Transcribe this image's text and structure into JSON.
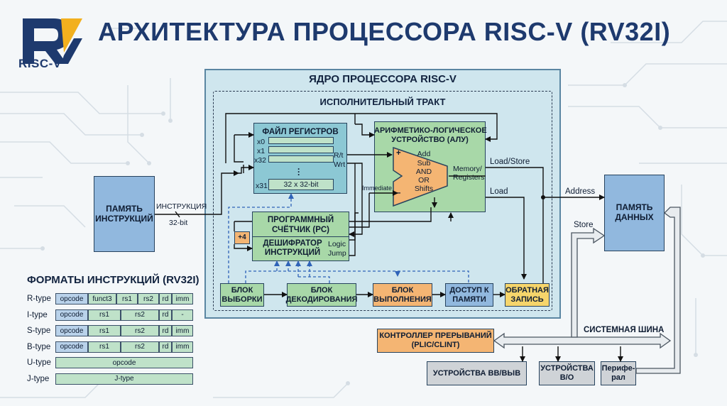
{
  "header": {
    "title": "АРХИТЕКТУРА ПРОЦЕССОРА RISC-V (RV32I)",
    "logo_text": "RISC-V"
  },
  "core": {
    "title": "ЯДРО ПРОЦЕССОРА RISC-V",
    "exec_title": "ИСПОЛНИТЕЛЬНЫЙ ТРАКТ"
  },
  "register_file": {
    "title": "ФАЙЛ РЕГИСТРОВ",
    "rows": [
      "x0",
      "x1",
      "x32",
      "x31"
    ],
    "size": "32 x 32-bit",
    "port_read": "R/t",
    "port_write": "Wrt"
  },
  "alu": {
    "title_line1": "АРИФМЕТИКО-ЛОГИЧЕСКОЕ",
    "title_line2": "УСТРОЙСТВО (АЛУ)",
    "ops": [
      "Add",
      "Sub",
      "AND",
      "OR",
      "Shifts"
    ],
    "plus": "+",
    "minus": "–",
    "immediate": "Immediate",
    "out_line1": "Memory/",
    "out_line2": "Registers"
  },
  "pc": {
    "title_line1": "ПРОГРАММНЫЙ",
    "title_line2": "СЧЁТЧИК (PC)",
    "plus4": "+4"
  },
  "decoder": {
    "title_line1": "ДЕШИФРАТОР",
    "title_line2": "ИНСТРУКЦИЙ",
    "logic": "Logic",
    "jump": "Jump"
  },
  "pipeline": [
    {
      "line1": "БЛОК",
      "line2": "ВЫБОРКИ"
    },
    {
      "line1": "БЛОК",
      "line2": "ДЕКОДИРОВАНИЯ"
    },
    {
      "line1": "БЛОК",
      "line2": "ВЫПОЛНЕНИЯ"
    },
    {
      "line1": "ДОСТУП К",
      "line2": "ПАМЯТИ"
    },
    {
      "line1": "ОБРАТНАЯ",
      "line2": "ЗАПИСЬ"
    }
  ],
  "instr_memory": {
    "line1": "ПАМЯТЬ",
    "line2": "ИНСТРУКЦИЙ"
  },
  "instr_bus": {
    "label": "ИНСТРУКЦИЯ",
    "width": "32-bit"
  },
  "data_memory": {
    "line1": "ПАМЯТЬ",
    "line2": "ДАННЫХ"
  },
  "signals": {
    "load_store": "Load/Store",
    "load": "Load",
    "address": "Address",
    "store": "Store"
  },
  "interrupt_controller": {
    "line1": "КОНТРОЛЛЕР ПРЕРЫВАНИЙ",
    "line2": "(PLIC/CLINT)"
  },
  "system_bus": "СИСТЕМНАЯ ШИНА",
  "devices": [
    {
      "line1": "УСТРОЙСТВА ВВ/ВЫВ",
      "line2": ""
    },
    {
      "line1": "УСТРОЙСТВА",
      "line2": "В/О"
    },
    {
      "line1": "Перифе-",
      "line2": "рал"
    }
  ],
  "formats": {
    "title": "ФОРМАТЫ ИНСТРУКЦИЙ (RV32I)",
    "rows": [
      {
        "name": "R-type",
        "cells": [
          "opcode",
          "funct3",
          "rs1",
          "rs2",
          "rd",
          "imm"
        ]
      },
      {
        "name": "I-type",
        "cells": [
          "opcode",
          "rs1",
          "rs2",
          "rd",
          "-"
        ]
      },
      {
        "name": "S-type",
        "cells": [
          "opcode",
          "rs1",
          "rs2",
          "rd",
          "imm"
        ]
      },
      {
        "name": "B-type",
        "cells": [
          "opcode",
          "rs1",
          "rs2",
          "rd",
          "imm"
        ]
      },
      {
        "name": "U-type",
        "cells": [
          "opcode"
        ]
      },
      {
        "name": "J-type",
        "cells": [
          "J-type"
        ]
      }
    ]
  },
  "colors": {
    "title": "#1e3a6e",
    "memory": "#91b8de",
    "core": "#cfe6ee",
    "register_file": "#8cc8d4",
    "alu": "#a8d8a8",
    "alu_shape": "#f4b573",
    "fetch_decode": "#a8d8a8",
    "execute": "#f4b573",
    "writeback": "#f6d56b",
    "devices": "#cfd3d7"
  }
}
